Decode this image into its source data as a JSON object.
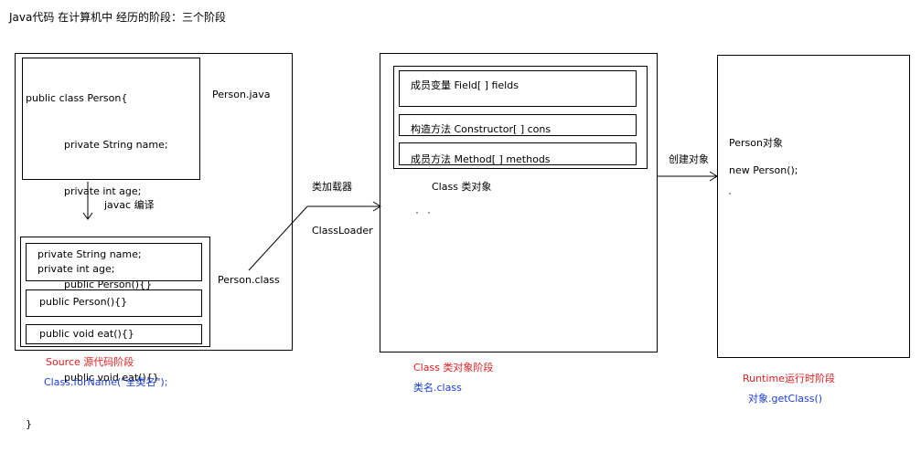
{
  "title": "Java代码 在计算机中 经历的阶段：三个阶段",
  "source_stage": {
    "class_lines": [
      "public class Person{",
      "            private String name;",
      "            private int age;",
      "",
      "            public Person(){}",
      "",
      "            public void eat(){}",
      "}"
    ],
    "file_label": "Person.java",
    "compile_label": "javac 编译",
    "class_fields": [
      "private String name;",
      "private int age;"
    ],
    "class_constructor": "public Person(){}",
    "class_method": "public void eat(){}",
    "class_file_label": "Person.class",
    "stage_label": "Source 源代码阶段",
    "stage_method": "Class.forName(\"全类名\");"
  },
  "loader": {
    "label": "类加载器",
    "sublabel": "ClassLoader"
  },
  "class_stage": {
    "fields_label": "成员变量  Field[ ] fields",
    "constructors_label": "构造方法   Constructor[ ] cons",
    "methods_label": "成员方法  Method[ ] methods",
    "object_label": "Class 类对象",
    "stage_label": "Class 类对象阶段",
    "stage_method": "类名.class"
  },
  "create": {
    "label": "创建对象"
  },
  "runtime_stage": {
    "object_label": "Person对象",
    "new_label": "new Person();",
    "stage_label": "Runtime运行时阶段",
    "stage_method": "对象.getClass()"
  }
}
